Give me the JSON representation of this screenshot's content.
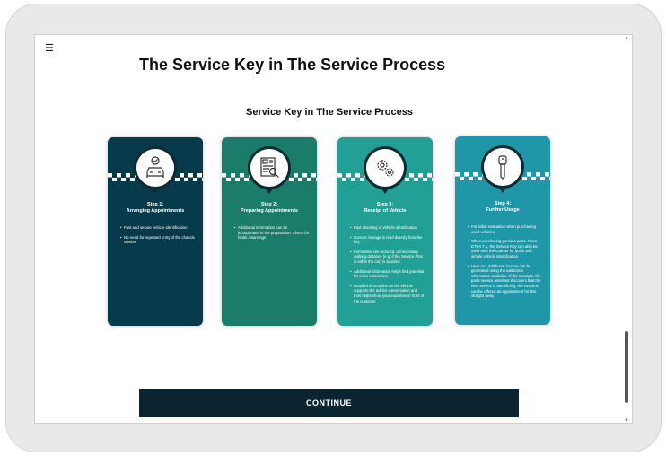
{
  "menu_icon": "hamburger-icon",
  "title": "The Service Key in The Service Process",
  "subtitle": "Service Key in The Service Process",
  "cards": [
    {
      "color": "#073a4a",
      "icon": "car-check-icon",
      "step": "Step 1:",
      "name": "Arranging Appointments",
      "bullets": [
        "Fast and secure vehicle identification",
        "No need for repeated entry of the chassis number"
      ]
    },
    {
      "color": "#1c7c6a",
      "icon": "document-search-icon",
      "step": "Step 2:",
      "name": "Preparing Appointments",
      "bullets": [
        "Additional information can be incorporated in the preparation: Check for faults / warnings"
      ]
    },
    {
      "color": "#23a095",
      "icon": "gears-icon",
      "step": "Step 3:",
      "name": "Receipt of Vehicle",
      "bullets": [
        "Fast checking of vehicle identification",
        "Current mileage is read directly from the key",
        "Formalities are reduced, unnecessary walking distance (e.g. if the Service Plan is still in the car) is avoided.",
        "Additional information helps find potential for order extensions",
        "Detailed information on the vehicle supports the advice conversation and thus helps show your expertise in front of the customer"
      ]
    },
    {
      "color": "#1f97a8",
      "icon": "key-icon",
      "step": "Step 4:",
      "name": "Further Usage",
      "bullets": [
        "For initial evaluation when purchasing used vehicles",
        "When purchasing genuine parts. From ETKA 7.1, the Service Key can also be used over the counter for quick and simple vehicle identification",
        "Here too, additional income can be generated using the additional information available. If, for example, the parts service assistant discovers that the next service is due shortly, the customer can be offered an appointment for this straight away"
      ]
    }
  ],
  "continue_label": "CONTINUE"
}
